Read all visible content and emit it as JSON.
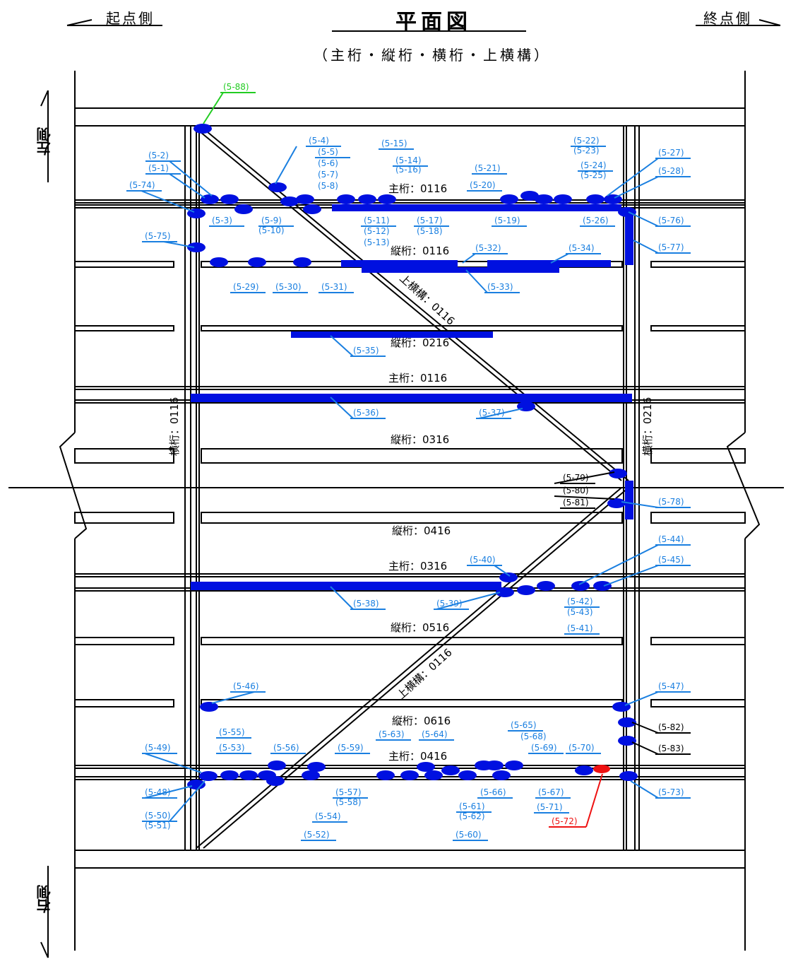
{
  "header": {
    "title": "平面図",
    "subtitle": "（主桁・縦桁・横桁・上横構）",
    "start_side": "起点側",
    "end_side": "終点側",
    "left_side": "左側",
    "right_side": "右側"
  },
  "member_labels": {
    "main1": "主桁：0116",
    "str1": "縦桁：0116",
    "lat_upper_a": "上横構：0116",
    "str2": "縦桁：0216",
    "main2": "主桁：0116",
    "str3": "縦桁：0316",
    "cross1": "横桁：0116",
    "cross2": "横桁：0216",
    "str4": "縦桁：0416",
    "main3": "主桁：0316",
    "str5": "縦桁：0516",
    "lat_upper_b": "上横構：0116",
    "str6": "縦桁：0616",
    "main4": "主桁：0416"
  },
  "colors": {
    "line": "#000000",
    "damage": "#0010e0",
    "callout": "#1a7fe0",
    "green": "#22cc22",
    "red": "#ee1111"
  },
  "callouts": [
    "(5-1)",
    "(5-2)",
    "(5-3)",
    "(5-4)",
    "(5-5)",
    "(5-6)",
    "(5-7)",
    "(5-8)",
    "(5-9)",
    "(5-10)",
    "(5-11)",
    "(5-12)",
    "(5-13)",
    "(5-14)",
    "(5-15)",
    "(5-16)",
    "(5-17)",
    "(5-18)",
    "(5-19)",
    "(5-20)",
    "(5-21)",
    "(5-22)",
    "(5-23)",
    "(5-24)",
    "(5-25)",
    "(5-26)",
    "(5-27)",
    "(5-28)",
    "(5-29)",
    "(5-30)",
    "(5-31)",
    "(5-32)",
    "(5-33)",
    "(5-34)",
    "(5-35)",
    "(5-36)",
    "(5-37)",
    "(5-38)",
    "(5-39)",
    "(5-40)",
    "(5-41)",
    "(5-42)",
    "(5-43)",
    "(5-44)",
    "(5-45)",
    "(5-46)",
    "(5-47)",
    "(5-48)",
    "(5-49)",
    "(5-50)",
    "(5-51)",
    "(5-52)",
    "(5-53)",
    "(5-54)",
    "(5-55)",
    "(5-56)",
    "(5-57)",
    "(5-58)",
    "(5-59)",
    "(5-60)",
    "(5-61)",
    "(5-62)",
    "(5-63)",
    "(5-64)",
    "(5-65)",
    "(5-66)",
    "(5-67)",
    "(5-68)",
    "(5-69)",
    "(5-70)",
    "(5-71)",
    "(5-72)",
    "(5-73)",
    "(5-74)",
    "(5-75)",
    "(5-76)",
    "(5-77)",
    "(5-78)",
    "(5-79)",
    "(5-80)",
    "(5-81)",
    "(5-82)",
    "(5-83)",
    "(5-88)"
  ]
}
